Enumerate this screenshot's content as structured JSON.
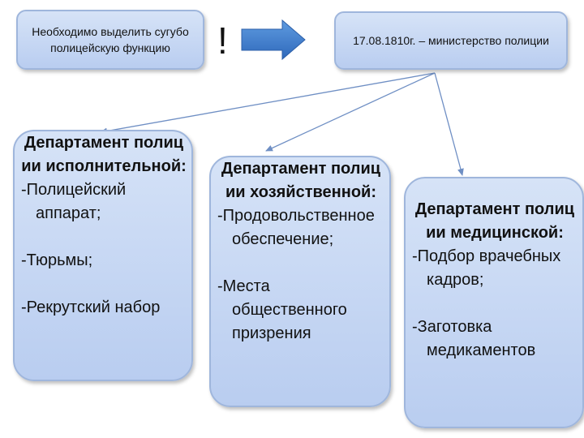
{
  "top": {
    "left_text": "Необходимо выделить сугубо полицейскую функцию",
    "exclamation": "!",
    "right_text": "17.08.1810г. – министерство полиции"
  },
  "departments": [
    {
      "title": "Департамент полиции исполнительной:",
      "items": [
        "-Полицейский аппарат;",
        "-Тюрьмы;",
        "-Рекрутский набор"
      ]
    },
    {
      "title": "Департамент полиции хозяйственной:",
      "items": [
        "-Продовольственное обеспечение;",
        "-Места общественного призрения"
      ]
    },
    {
      "title": "Департамент полиции медицинской:",
      "items": [
        "-Подбор врачебных кадров;",
        "-Заготовка медикаментов"
      ]
    }
  ],
  "colors": {
    "box_fill": "#c9d9f4",
    "box_border": "#9fb6dc",
    "arrow_blue": "#3f7fd0",
    "connector": "#6f8fc4"
  }
}
